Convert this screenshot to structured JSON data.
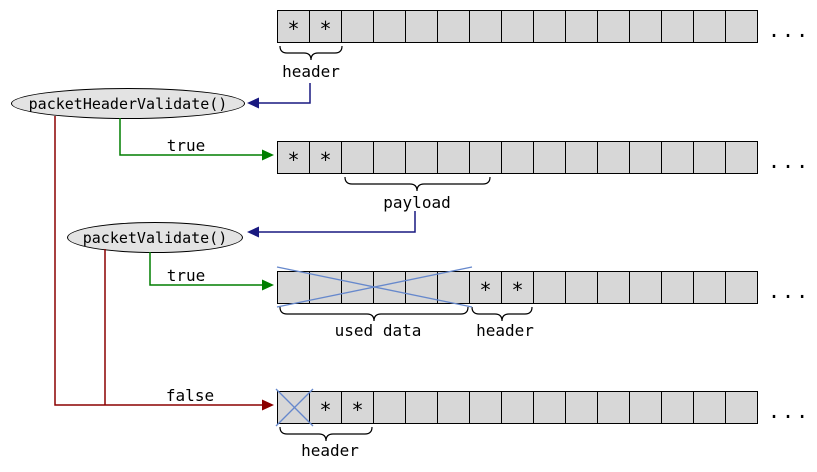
{
  "colors": {
    "cell_fill": "#d7d7d7",
    "cell_border": "#000000",
    "ellipse_fill": "#e3e3e3",
    "navy": "#191980",
    "green": "#007f00",
    "red": "#8b0000",
    "cross": "#6688cc"
  },
  "validators": {
    "header_validate": "packetHeaderValidate()",
    "packet_validate": "packetValidate()"
  },
  "branch_labels": {
    "true_header": "true",
    "true_packet": "true",
    "false_both": "false"
  },
  "annotations": {
    "row1_header": "header",
    "row2_payload": "payload",
    "row3_used_data": "used data",
    "row3_header": "header",
    "row4_header": "header"
  },
  "ellipsis": "...",
  "rows": [
    {
      "cells": [
        "*",
        "*",
        "",
        "",
        "",
        "",
        "",
        "",
        "",
        "",
        "",
        "",
        "",
        "",
        ""
      ]
    },
    {
      "cells": [
        "*",
        "*",
        "",
        "",
        "",
        "",
        "",
        "",
        "",
        "",
        "",
        "",
        "",
        "",
        ""
      ]
    },
    {
      "cells": [
        "",
        "",
        "",
        "",
        "",
        "",
        "*",
        "*",
        "",
        "",
        "",
        "",
        "",
        "",
        ""
      ]
    },
    {
      "cells": [
        "",
        "*",
        "*",
        "",
        "",
        "",
        "",
        "",
        "",
        "",
        "",
        "",
        "",
        "",
        ""
      ]
    }
  ]
}
